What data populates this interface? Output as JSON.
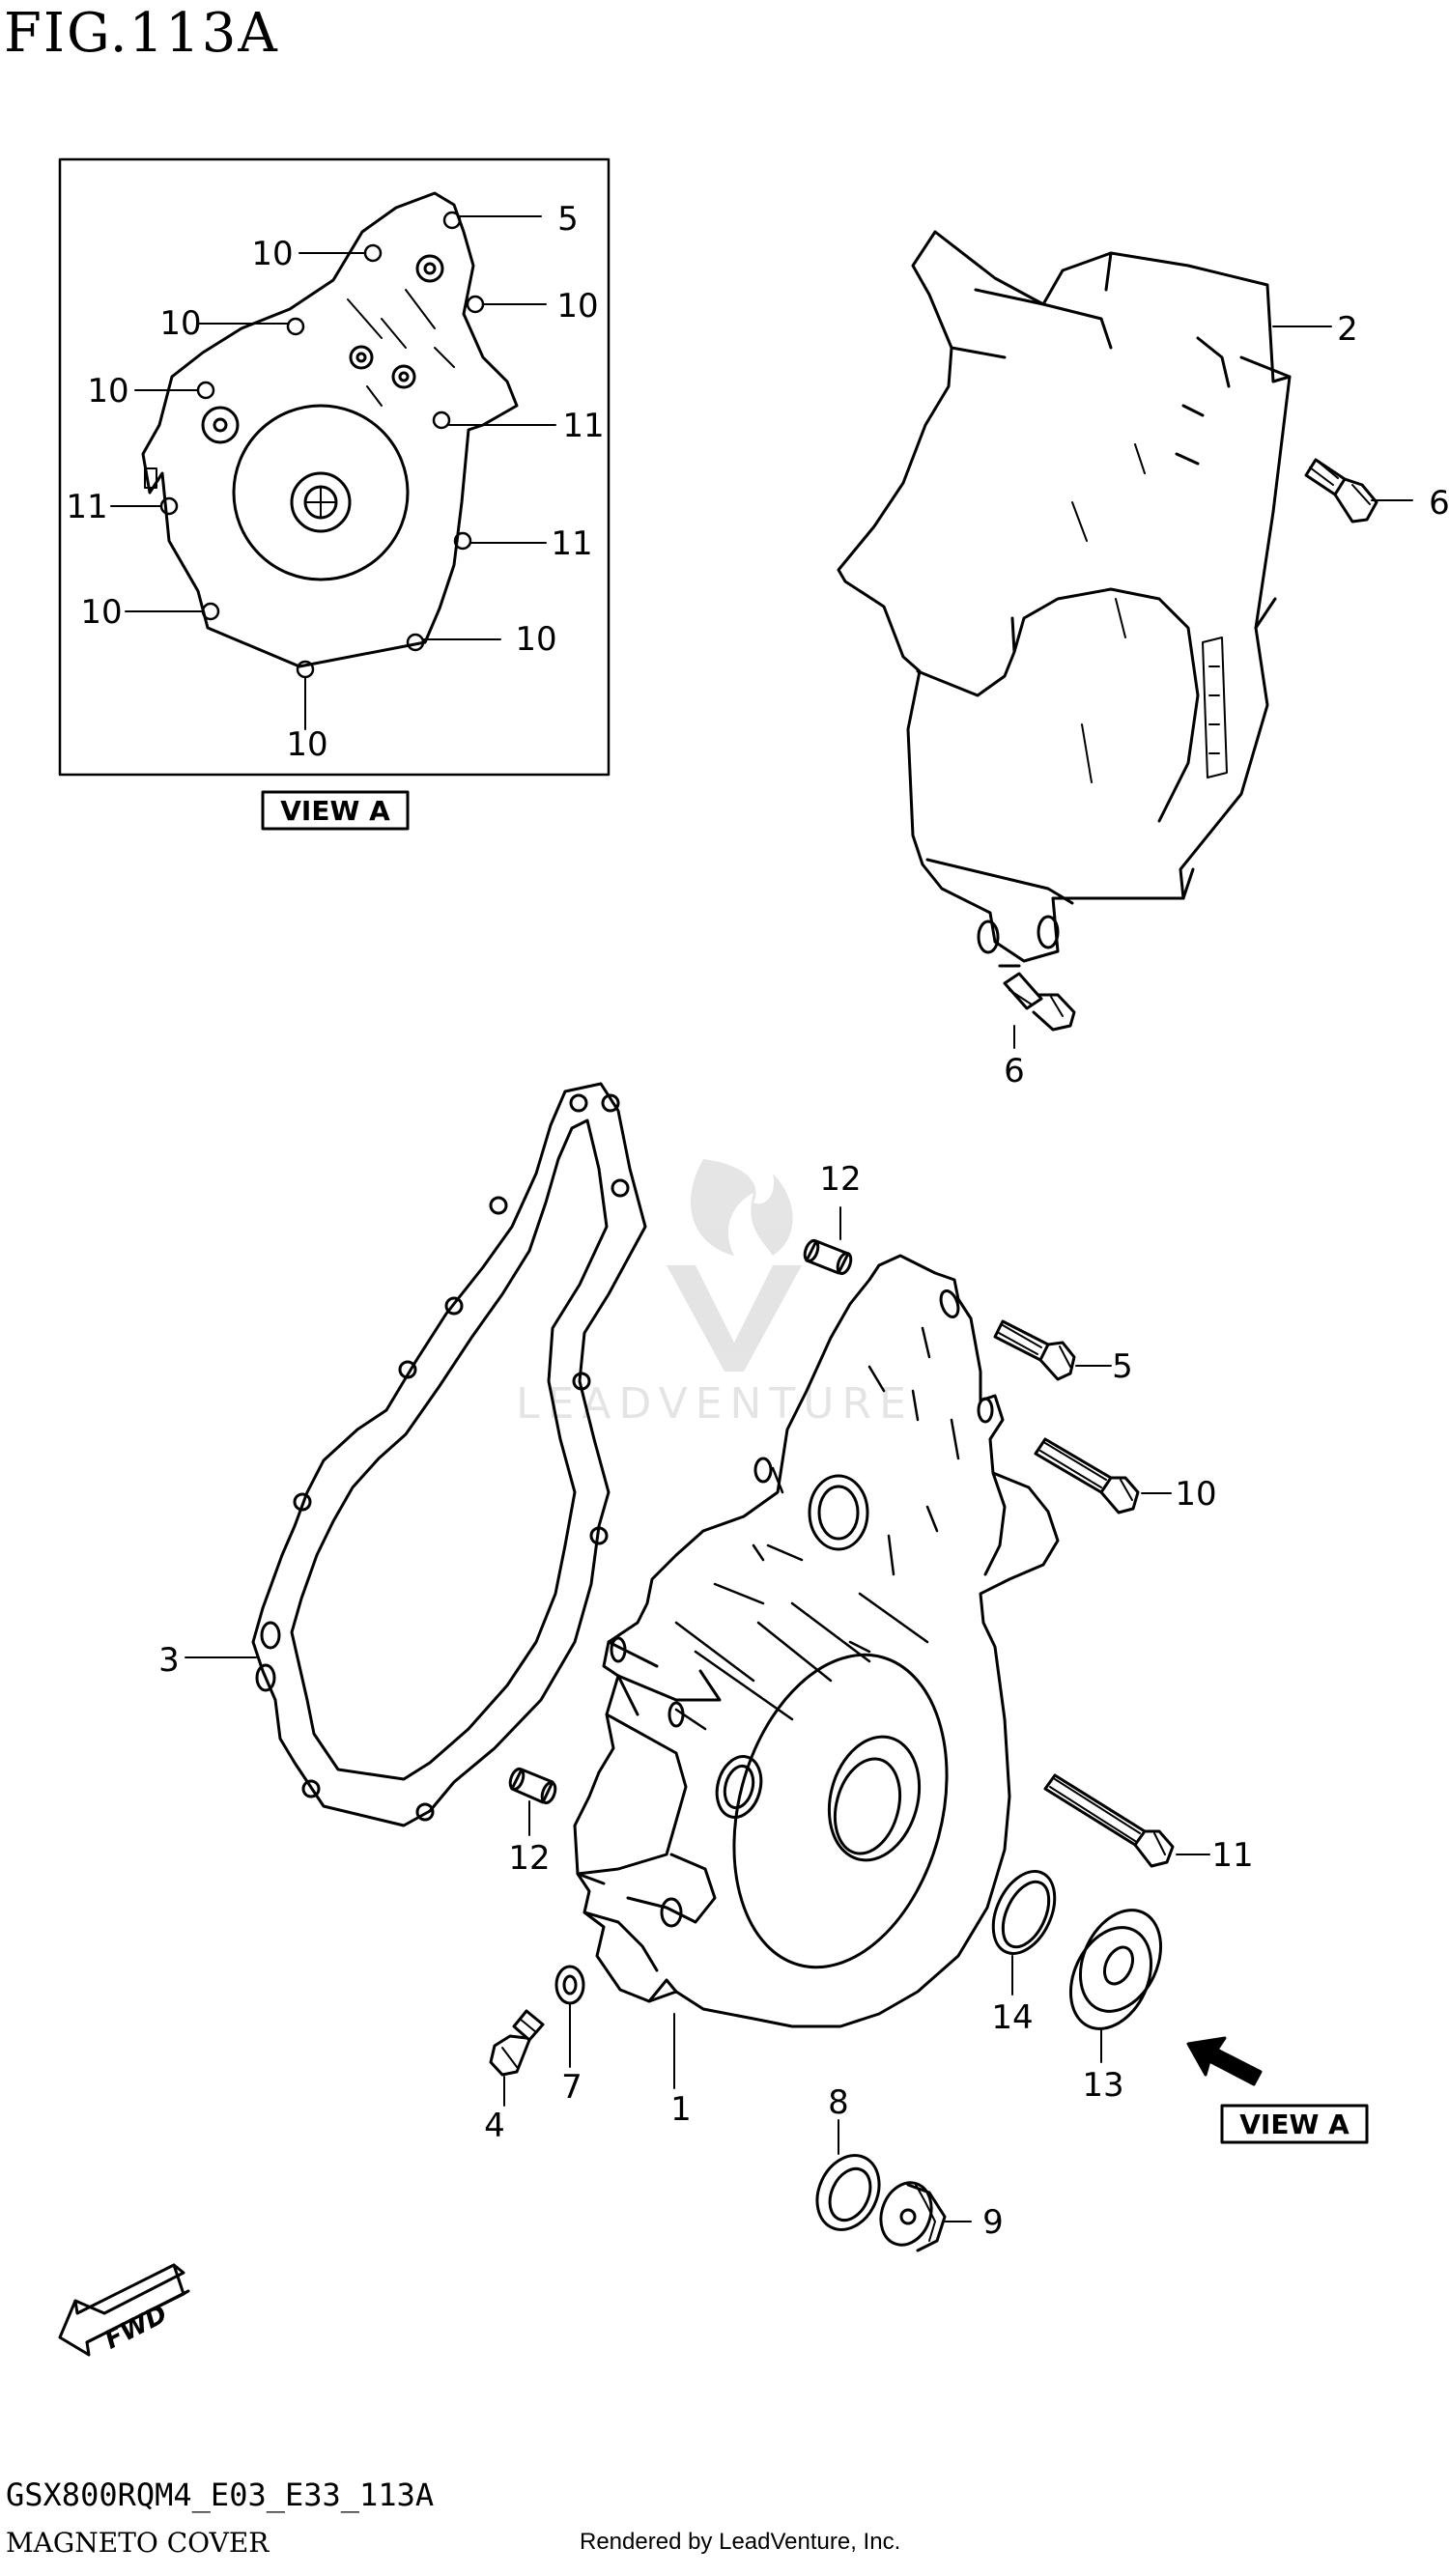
{
  "figure": {
    "title": "FIG.113A",
    "code": "GSX800RQM4_E03_E33_113A",
    "name": "MAGNETO COVER",
    "credit": "Rendered by LeadVenture, Inc.",
    "watermark": "LEADVENTURE"
  },
  "view_labels": {
    "inset": "VIEW A",
    "arrow": "VIEW A",
    "fwd": "FWD"
  },
  "inset_callouts": [
    "5",
    "10",
    "10",
    "10",
    "10",
    "11",
    "11",
    "11",
    "10",
    "10",
    "10"
  ],
  "main_callouts": [
    "2",
    "6",
    "6",
    "12",
    "5",
    "10",
    "3",
    "12",
    "11",
    "14",
    "13",
    "1",
    "4",
    "7",
    "8",
    "9"
  ]
}
